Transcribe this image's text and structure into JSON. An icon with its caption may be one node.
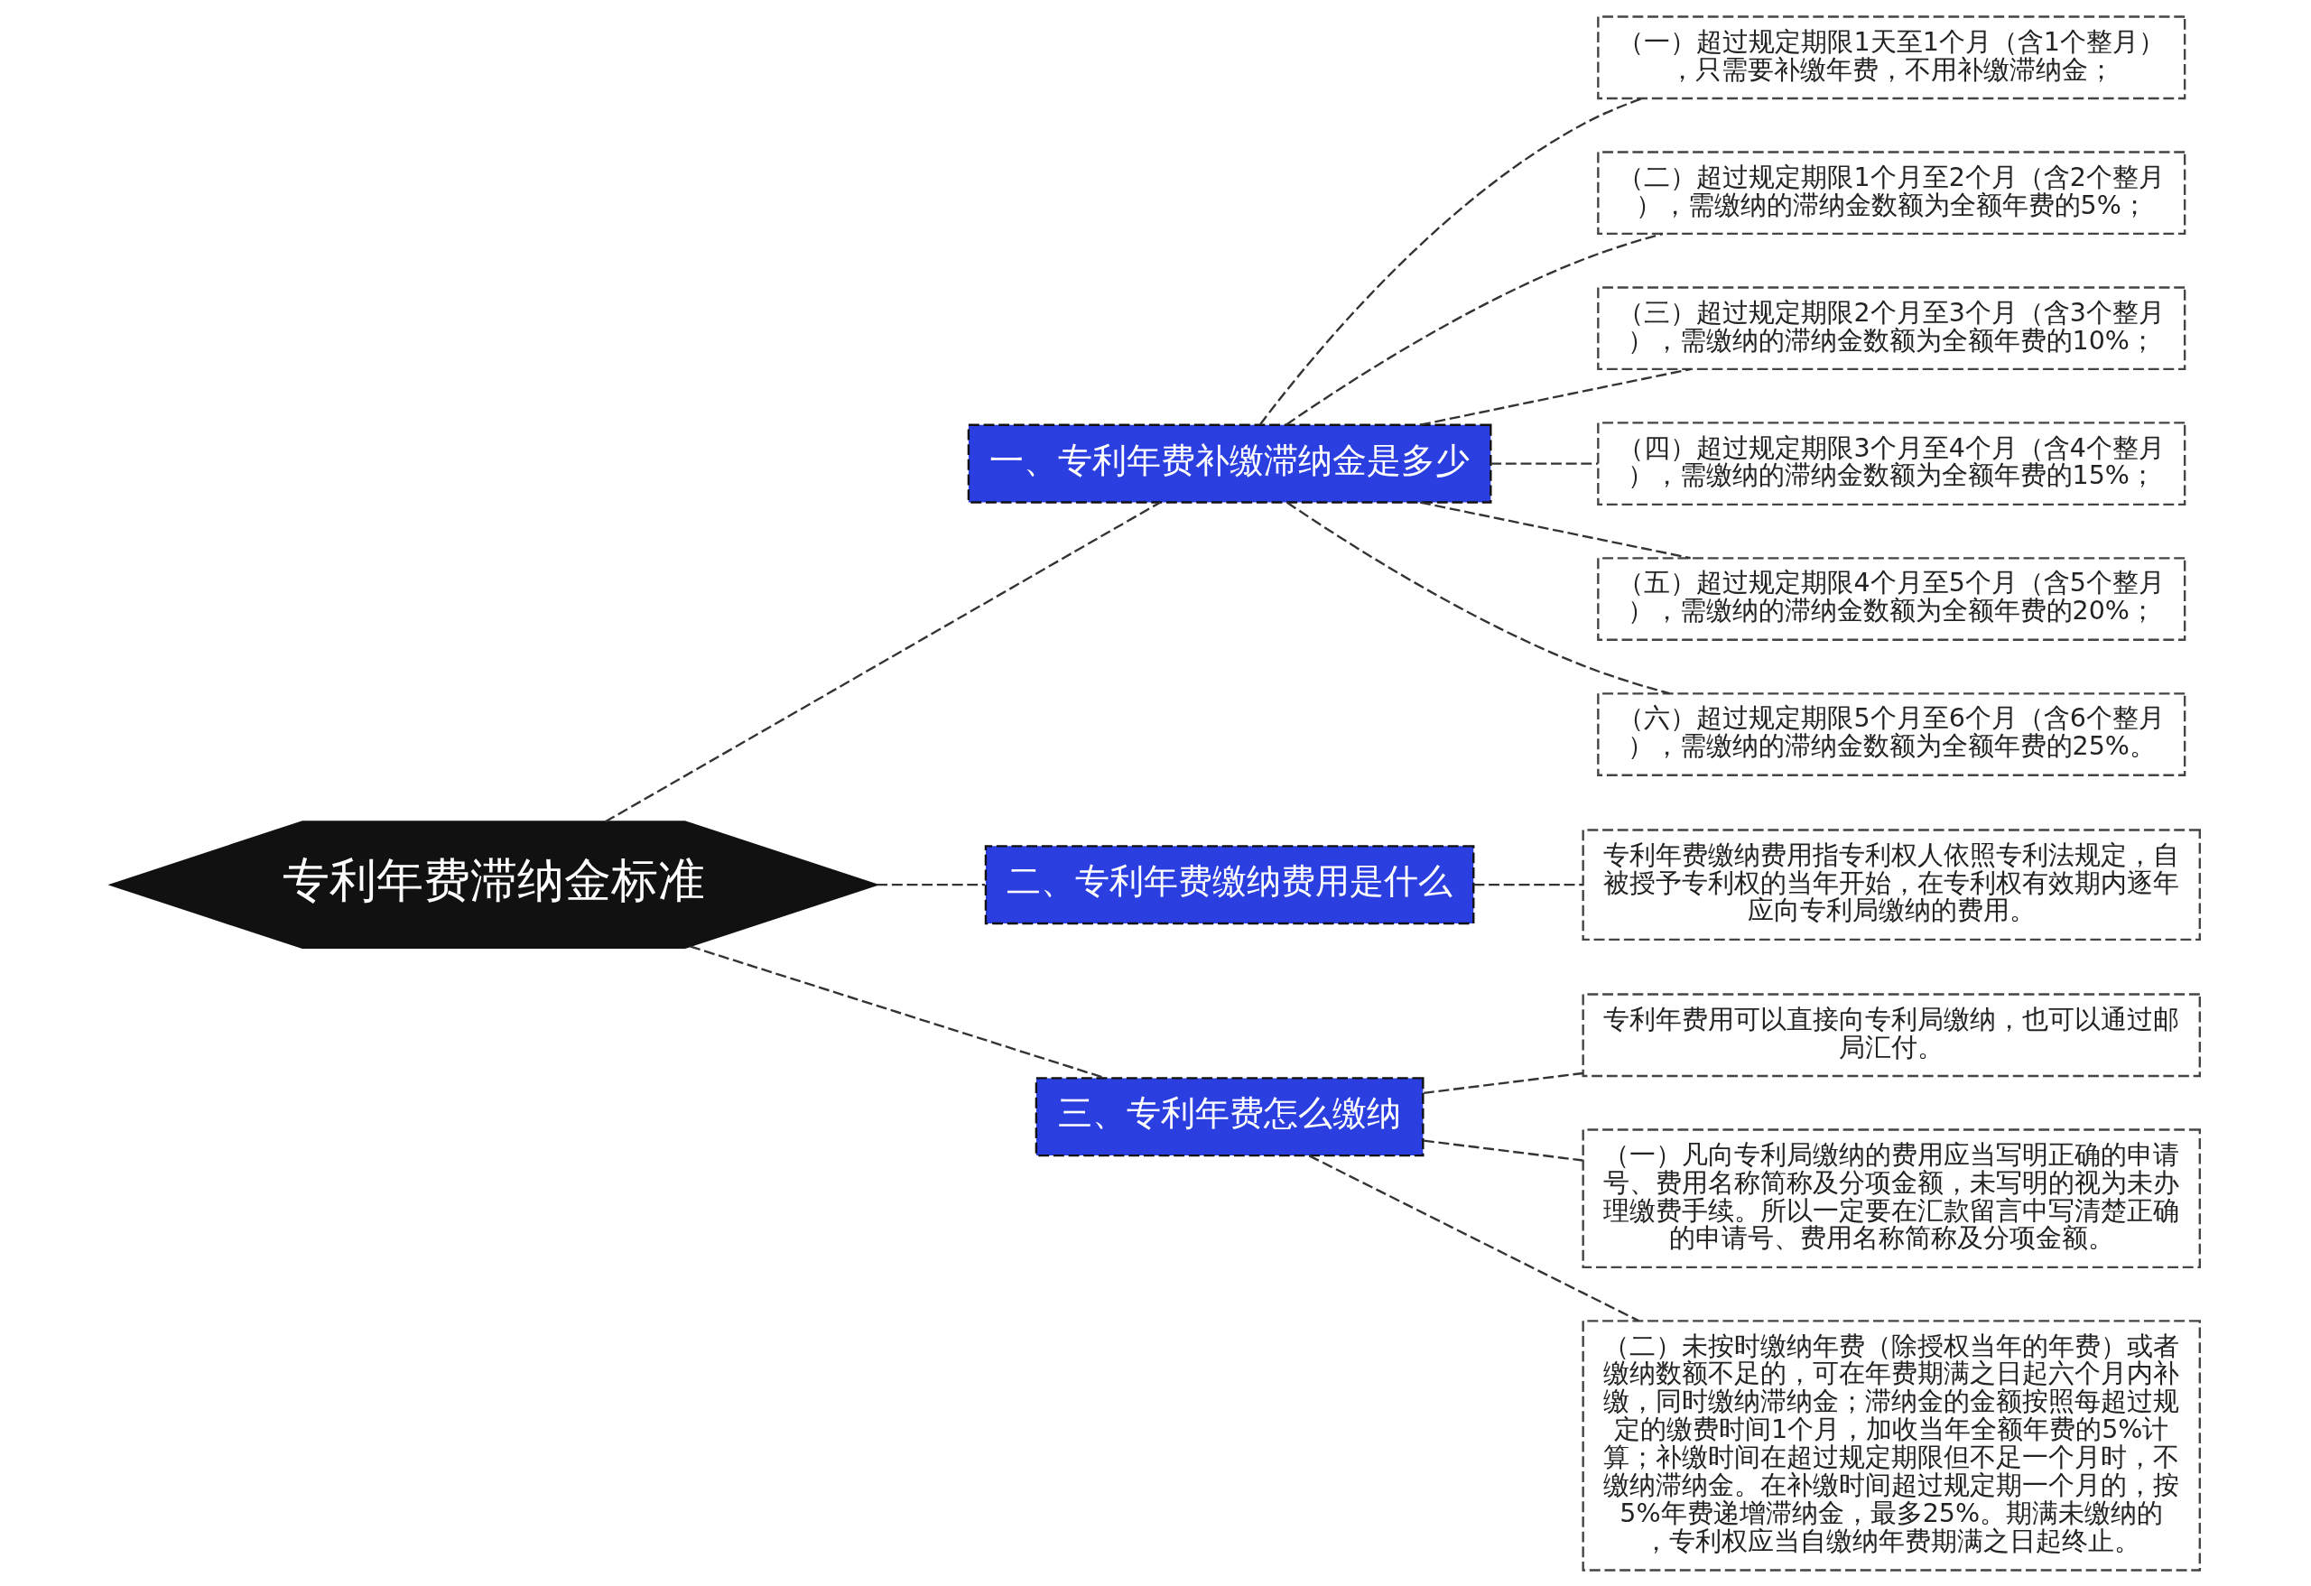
{
  "diagram": {
    "nodes": [
      {
        "text": [
          "专利年费滞纳金标准"
        ]
      },
      {
        "text": [
          "一、专利年费补缴滞纳金是多少"
        ]
      },
      {
        "text": [
          "（一）超过规定期限1天至1个月（含1个整月），只需要补缴年费，不用补缴滞纳金；"
        ]
      },
      {
        "text": [
          "（二）超过规定期限1个月至2个月（含2个整月），需缴纳的滞纳金数额为全额年费的5%；"
        ]
      },
      {
        "text": [
          "（三）超过规定期限2个月至3个月（含3个整月），需缴纳的滞纳金数额为全额年费的10%；"
        ]
      },
      {
        "text": [
          "（四）超过规定期限3个月至4个月（含4个整月），需缴纳的滞纳金数额为全额年费的15%；"
        ]
      },
      {
        "text": [
          "（五）超过规定期限4个月至5个月（含5个整月），需缴纳的滞纳金数额为全额年费的20%；"
        ]
      },
      {
        "text": [
          "（六）超过规定期限5个月至6个月（含6个整月），需缴纳的滞纳金数额为全额年费的25%。"
        ]
      },
      {
        "text": [
          "二、专利年费缴纳费用是什么"
        ]
      },
      {
        "text": [
          "专利年费缴纳费用指专利权人依照专利法规定，自被授予专利权的当年开始，在专利权有效期内逐年应向专利局缴纳的费用。"
        ]
      },
      {
        "text": [
          "三、专利年费怎么缴纳"
        ]
      },
      {
        "text": [
          "专利年费用可以直接向专利局缴纳，也可以通过邮局汇付。"
        ]
      },
      {
        "text": [
          "（一）凡向专利局缴纳的费用应当写明正确的申请号、费用名称简称及分项金额，未写明的视为未办理缴费手续。所以一定要在汇款留言中写清楚正确的申请号、费用名称简称及分项金额。"
        ]
      },
      {
        "text": [
          "（二）未按时缴纳年费（除授权当年的年费）或者缴纳数额不足的，可在年费期满之日起六个月内补缴，同时缴纳滞纳金；滞纳金的金额按照每超过规定的缴费时间1个月，加收当年全额年费的5%计算；补缴时间在超过规定期限但不足一个月时，不缴纳滞纳金。在补缴时间超过规定期一个月的，按5%年费递增滞纳金，最多25%。期满未缴纳的，专利权应当自缴纳年费期满之日起终止。"
        ]
      }
    ],
    "edges": [
      {
        "from": 0,
        "to": 1,
        "arrow": "none",
        "style": "dashed"
      },
      {
        "from": 1,
        "to": 2,
        "arrow": "none",
        "style": "dashed"
      },
      {
        "from": 1,
        "to": 3,
        "arrow": "none",
        "style": "dashed"
      },
      {
        "from": 1,
        "to": 4,
        "arrow": "none",
        "style": "dashed"
      },
      {
        "from": 1,
        "to": 5,
        "arrow": "none",
        "style": "dashed"
      },
      {
        "from": 1,
        "to": 6,
        "arrow": "none",
        "style": "dashed"
      },
      {
        "from": 1,
        "to": 7,
        "arrow": "none",
        "style": "dashed"
      },
      {
        "from": 0,
        "to": 8,
        "arrow": "none",
        "style": "dashed"
      },
      {
        "from": 8,
        "to": 9,
        "arrow": "none",
        "style": "dashed"
      },
      {
        "from": 0,
        "to": 10,
        "arrow": "none",
        "style": "dashed"
      },
      {
        "from": 10,
        "to": 11,
        "arrow": "none",
        "style": "dashed"
      },
      {
        "from": 10,
        "to": 12,
        "arrow": "none",
        "style": "dashed"
      },
      {
        "from": 10,
        "to": 13,
        "arrow": "none",
        "style": "dashed"
      }
    ]
  }
}
